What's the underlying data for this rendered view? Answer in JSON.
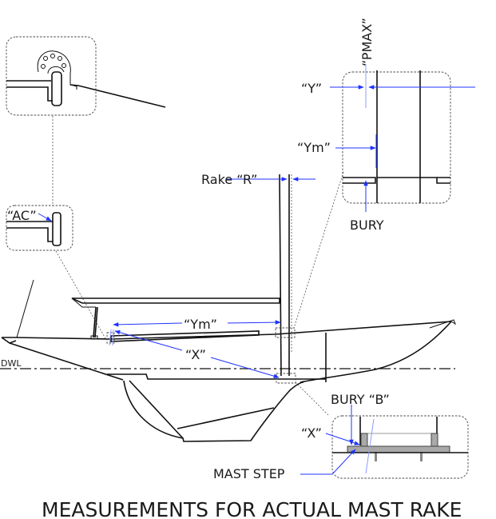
{
  "diagram": {
    "title": "MEASUREMENTS FOR ACTUAL MAST RAKE",
    "labels": {
      "pmax": "“PMAX”",
      "y": "“Y”",
      "ym_inset": "“Ym”",
      "bury": "BURY",
      "rake_r": "Rake “R”",
      "ac": "“AC”",
      "ym_main": "“Ym”",
      "x_main": "“X”",
      "dwl": "DWL",
      "bury_b": "BURY “B”",
      "x_inset": "“X”",
      "mast_step": "MAST STEP"
    },
    "colors": {
      "dimension_line": "#1f33ff",
      "drawing_line": "#111111",
      "mast_step_fill": "#a9a9a9"
    }
  }
}
